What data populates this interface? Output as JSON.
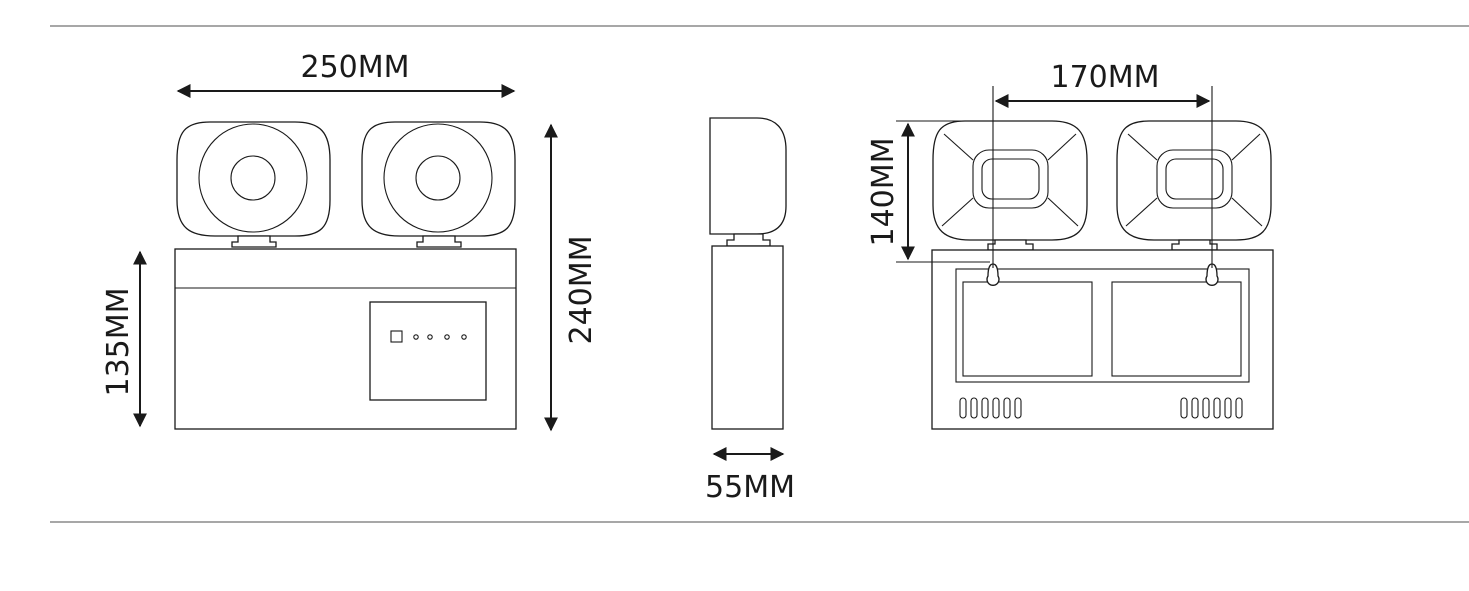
{
  "dimensions": {
    "front_width": "250MM",
    "front_body_height": "135MM",
    "total_height": "240MM",
    "side_depth": "55MM",
    "rear_mount_spacing": "170MM",
    "rear_lamp_height": "140MM"
  },
  "colors": {
    "line": "#1a1a1a",
    "rule": "#8a8a8a",
    "background": "#ffffff"
  }
}
